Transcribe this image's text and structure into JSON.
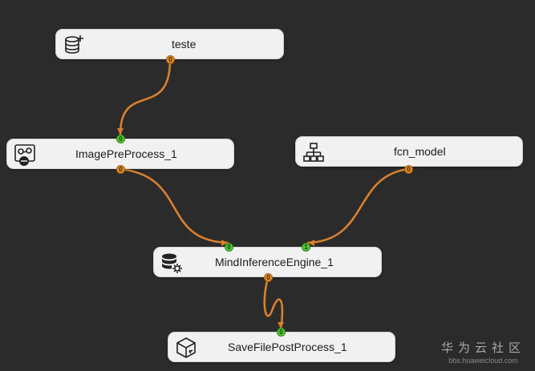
{
  "nodes": {
    "teste": {
      "label": "teste",
      "icon": "database-add-icon",
      "out_port": "0"
    },
    "image_pre": {
      "label": "ImagePreProcess_1",
      "icon": "image-process-icon",
      "in_port": "0",
      "out_port": "0"
    },
    "fcn_model": {
      "label": "fcn_model",
      "icon": "network-model-icon",
      "out_port": "0"
    },
    "mind_inference": {
      "label": "MindInferenceEngine_1",
      "icon": "database-settings-icon",
      "in_port_0": "0",
      "in_port_1": "1",
      "out_port": "0"
    },
    "save_file": {
      "label": "SaveFilePostProcess_1",
      "icon": "box-export-icon",
      "in_port": "0"
    }
  },
  "colors": {
    "canvas": "#2b2b2b",
    "wire": "#d9802e",
    "out_port": "#e08a2e",
    "in_port": "#55c738",
    "node_bg": "#f1f1f1"
  },
  "watermark": {
    "text_cn": "华为云社区",
    "url": "bbs.huaweicloud.com"
  }
}
